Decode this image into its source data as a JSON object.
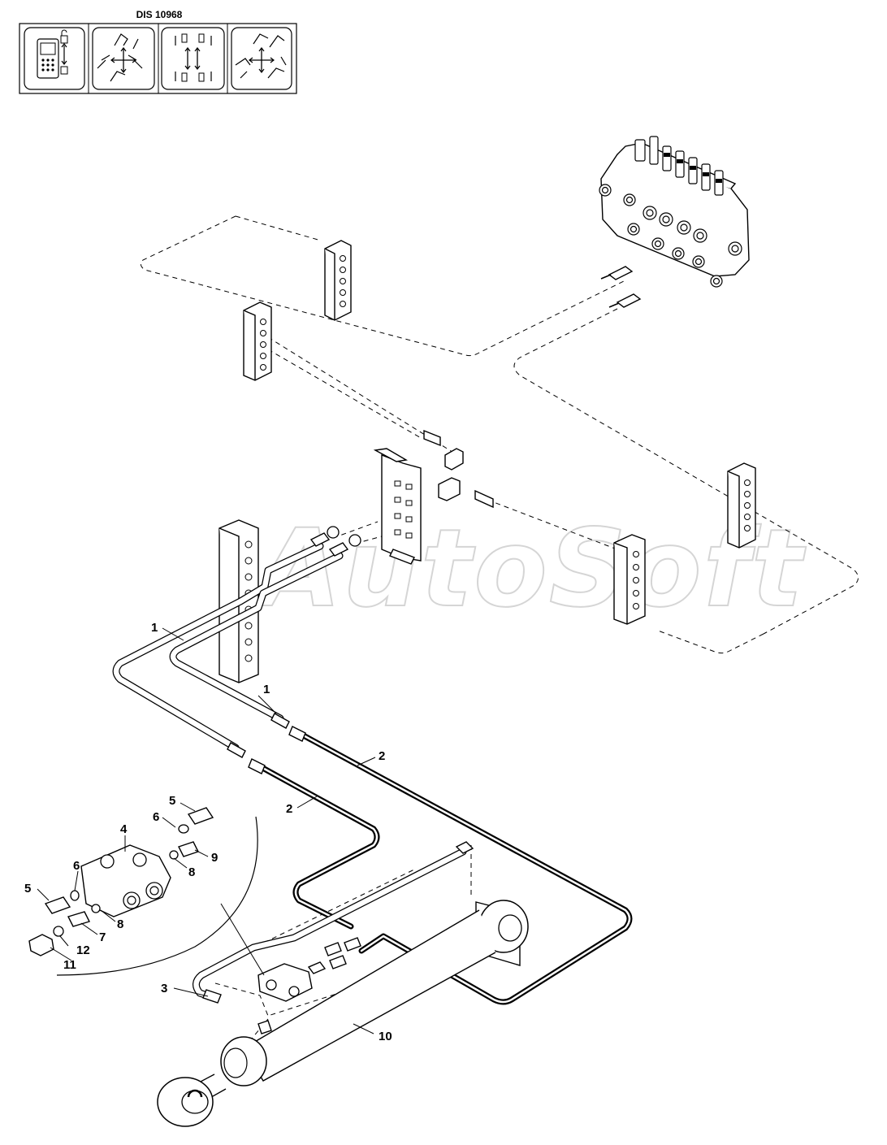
{
  "header": {
    "code": "DIS 10968",
    "panels": [
      {
        "icon": "remote-control-lock-icon"
      },
      {
        "icon": "excavator-iso-pattern-icon"
      },
      {
        "icon": "control-arrows-icon"
      },
      {
        "icon": "excavator-sae-pattern-icon"
      }
    ]
  },
  "watermark": "AutoSoft",
  "callouts": {
    "c1a": "1",
    "c1b": "1",
    "c2a": "2",
    "c2b": "2",
    "c3": "3",
    "c4": "4",
    "c5a": "5",
    "c5b": "5",
    "c6a": "6",
    "c6b": "6",
    "c7": "7",
    "c8a": "8",
    "c8b": "8",
    "c9": "9",
    "c10": "10",
    "c11": "11",
    "c12": "12"
  }
}
